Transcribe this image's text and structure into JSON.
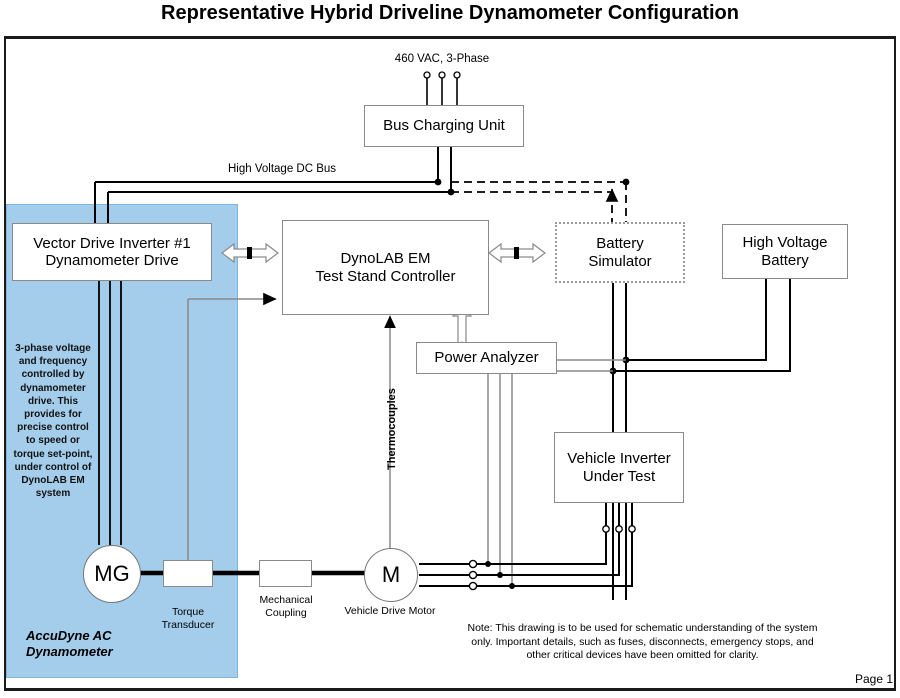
{
  "document": {
    "title": "Representative Hybrid Driveline Dynamometer Configuration",
    "page_label": "Page 1",
    "note": "Note: This drawing is to be used for schematic understanding of the system only. Important details, such as fuses, disconnects, emergency stops, and other critical devices have been omitted for clarity."
  },
  "colors": {
    "panel_fill": "#a4cdec",
    "panel_border": "#7fb4dc",
    "box_border": "#8a8a8a",
    "wire": "#000000",
    "signal_wire": "#8a8a8a",
    "rule": "#1a1a1a"
  },
  "labels": {
    "supply": "460 VAC, 3-Phase",
    "dc_bus": "High Voltage DC Bus",
    "thermocouples": "Thermocouples",
    "torque_transducer": "Torque\nTransducer",
    "mechanical_coupling": "Mechanical\nCoupling",
    "vehicle_drive_motor": "Vehicle Drive Motor"
  },
  "panel": {
    "name": "AccuDyne AC Dynamometer",
    "title_line1": "AccuDyne AC",
    "title_line2": "Dynamometer",
    "note": "3-phase voltage and  frequency controlled by dynamometer drive. This provides for precise control to speed or torque set-point, under control of DynoLAB EM system"
  },
  "blocks": {
    "bus_charging_unit": {
      "label": "Bus Charging Unit"
    },
    "vector_drive_inverter": {
      "line1": "Vector Drive Inverter #1",
      "line2": "Dynamometer Drive"
    },
    "dynolab_controller": {
      "line1": "DynoLAB EM",
      "line2": "Test Stand Controller"
    },
    "battery_simulator": {
      "line1": "Battery",
      "line2": "Simulator",
      "style": "dotted"
    },
    "high_voltage_battery": {
      "line1": "High Voltage",
      "line2": "Battery"
    },
    "power_analyzer": {
      "label": "Power Analyzer"
    },
    "vehicle_inverter": {
      "line1": "Vehicle Inverter",
      "line2": "Under Test"
    },
    "torque_transducer": {
      "label": ""
    },
    "mechanical_coupling": {
      "label": ""
    },
    "generator": {
      "label": "MG"
    },
    "motor": {
      "label": "M"
    }
  }
}
